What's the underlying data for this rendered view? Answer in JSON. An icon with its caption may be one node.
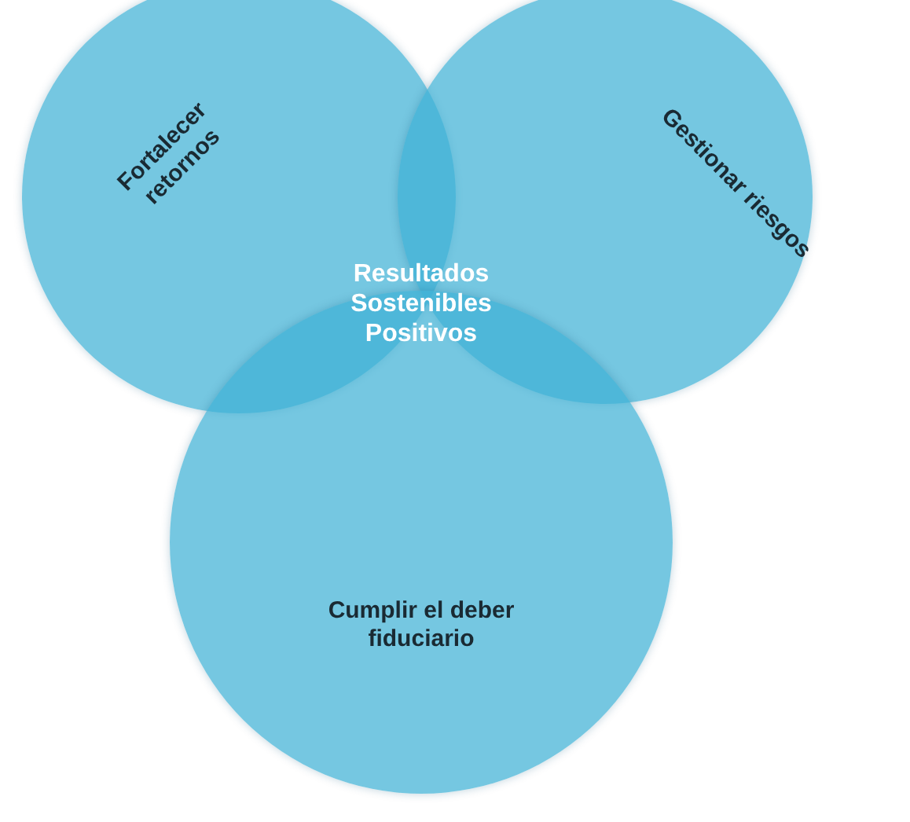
{
  "diagram": {
    "nodes": [
      {
        "text": [
          "Fortalecer retornos"
        ]
      },
      {
        "text": [
          "Gestionar riesgos"
        ]
      },
      {
        "text": [
          "Cumplir el deber fiduciario"
        ]
      }
    ],
    "edges": [],
    "labels": [
      "Resultados Sostenibles Positivos"
    ]
  }
}
